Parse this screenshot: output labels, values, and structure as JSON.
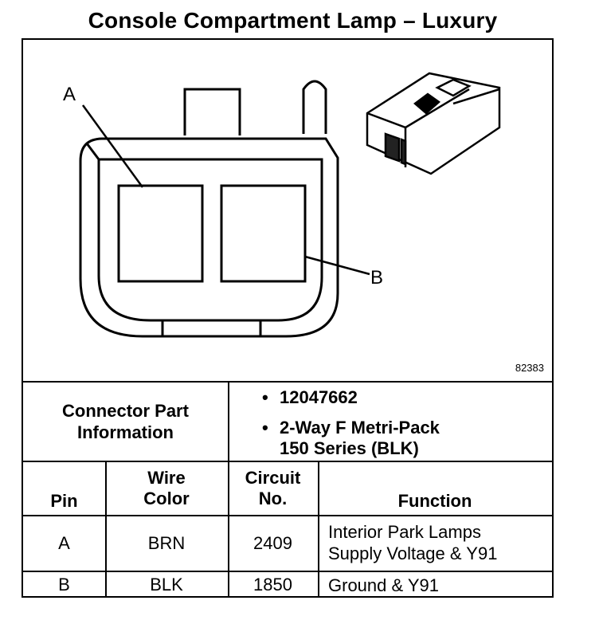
{
  "title": "Console Compartment Lamp – Luxury",
  "figure_number": "82383",
  "callouts": {
    "a": "A",
    "b": "B"
  },
  "connector_info": {
    "label_line1": "Connector Part",
    "label_line2": "Information",
    "items": [
      "12047662",
      "2-Way F Metri-Pack",
      "150 Series (BLK)"
    ]
  },
  "table": {
    "headers": {
      "pin": "Pin",
      "wire_color_line1": "Wire",
      "wire_color_line2": "Color",
      "circuit_line1": "Circuit",
      "circuit_line2": "No.",
      "function": "Function"
    },
    "rows": [
      {
        "pin": "A",
        "wire_color": "BRN",
        "circuit": "2409",
        "function_line1": "Interior Park Lamps",
        "function_line2": "Supply Voltage & Y91"
      },
      {
        "pin": "B",
        "wire_color": "BLK",
        "circuit": "1850",
        "function_line1": "Ground & Y91",
        "function_line2": ""
      }
    ]
  }
}
